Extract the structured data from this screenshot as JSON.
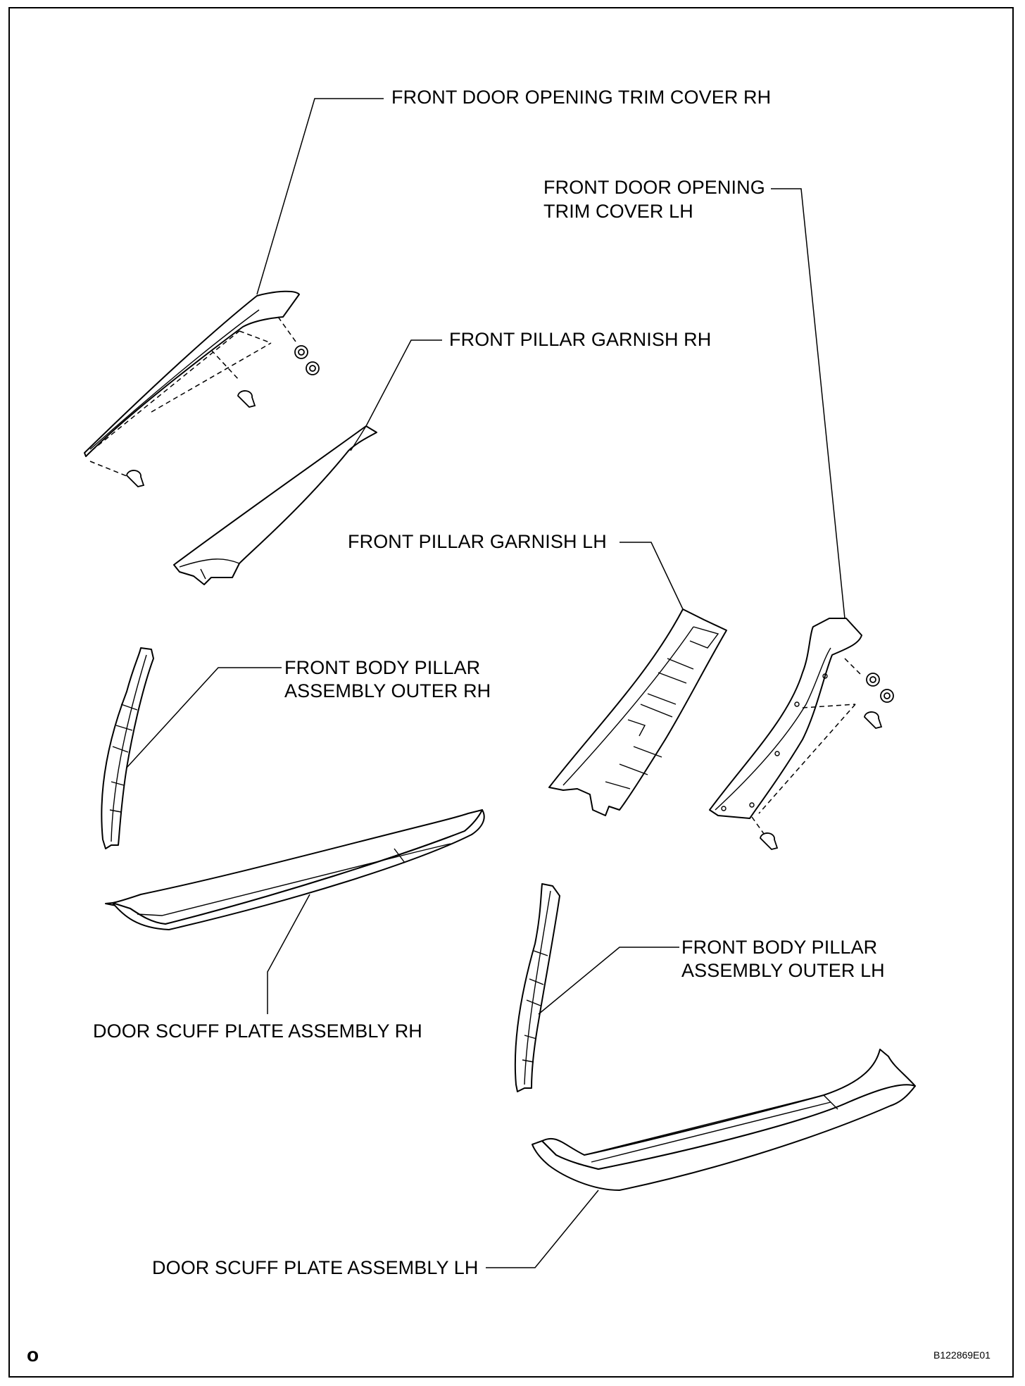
{
  "labels": {
    "door_trim_rh": "FRONT DOOR OPENING TRIM COVER RH",
    "door_trim_lh_line1": "FRONT DOOR OPENING",
    "door_trim_lh_line2": "TRIM COVER LH",
    "pillar_garnish_rh": "FRONT PILLAR GARNISH RH",
    "pillar_garnish_lh": "FRONT PILLAR GARNISH LH",
    "body_pillar_rh_line1": "FRONT BODY PILLAR",
    "body_pillar_rh_line2": "ASSEMBLY OUTER RH",
    "body_pillar_lh_line1": "FRONT BODY PILLAR",
    "body_pillar_lh_line2": "ASSEMBLY OUTER LH",
    "scuff_plate_rh": "DOOR SCUFF PLATE ASSEMBLY RH",
    "scuff_plate_lh": "DOOR SCUFF PLATE ASSEMBLY LH"
  },
  "corner_mark": "o",
  "figure_code": "B122869E01"
}
